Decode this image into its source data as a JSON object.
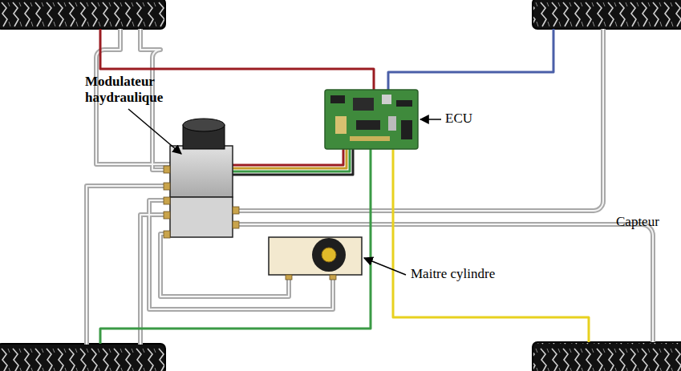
{
  "diagram": {
    "labels": [
      "Modulateur haydraulique",
      "ECU",
      "Capteur",
      "Maitre cylindre"
    ]
  }
}
